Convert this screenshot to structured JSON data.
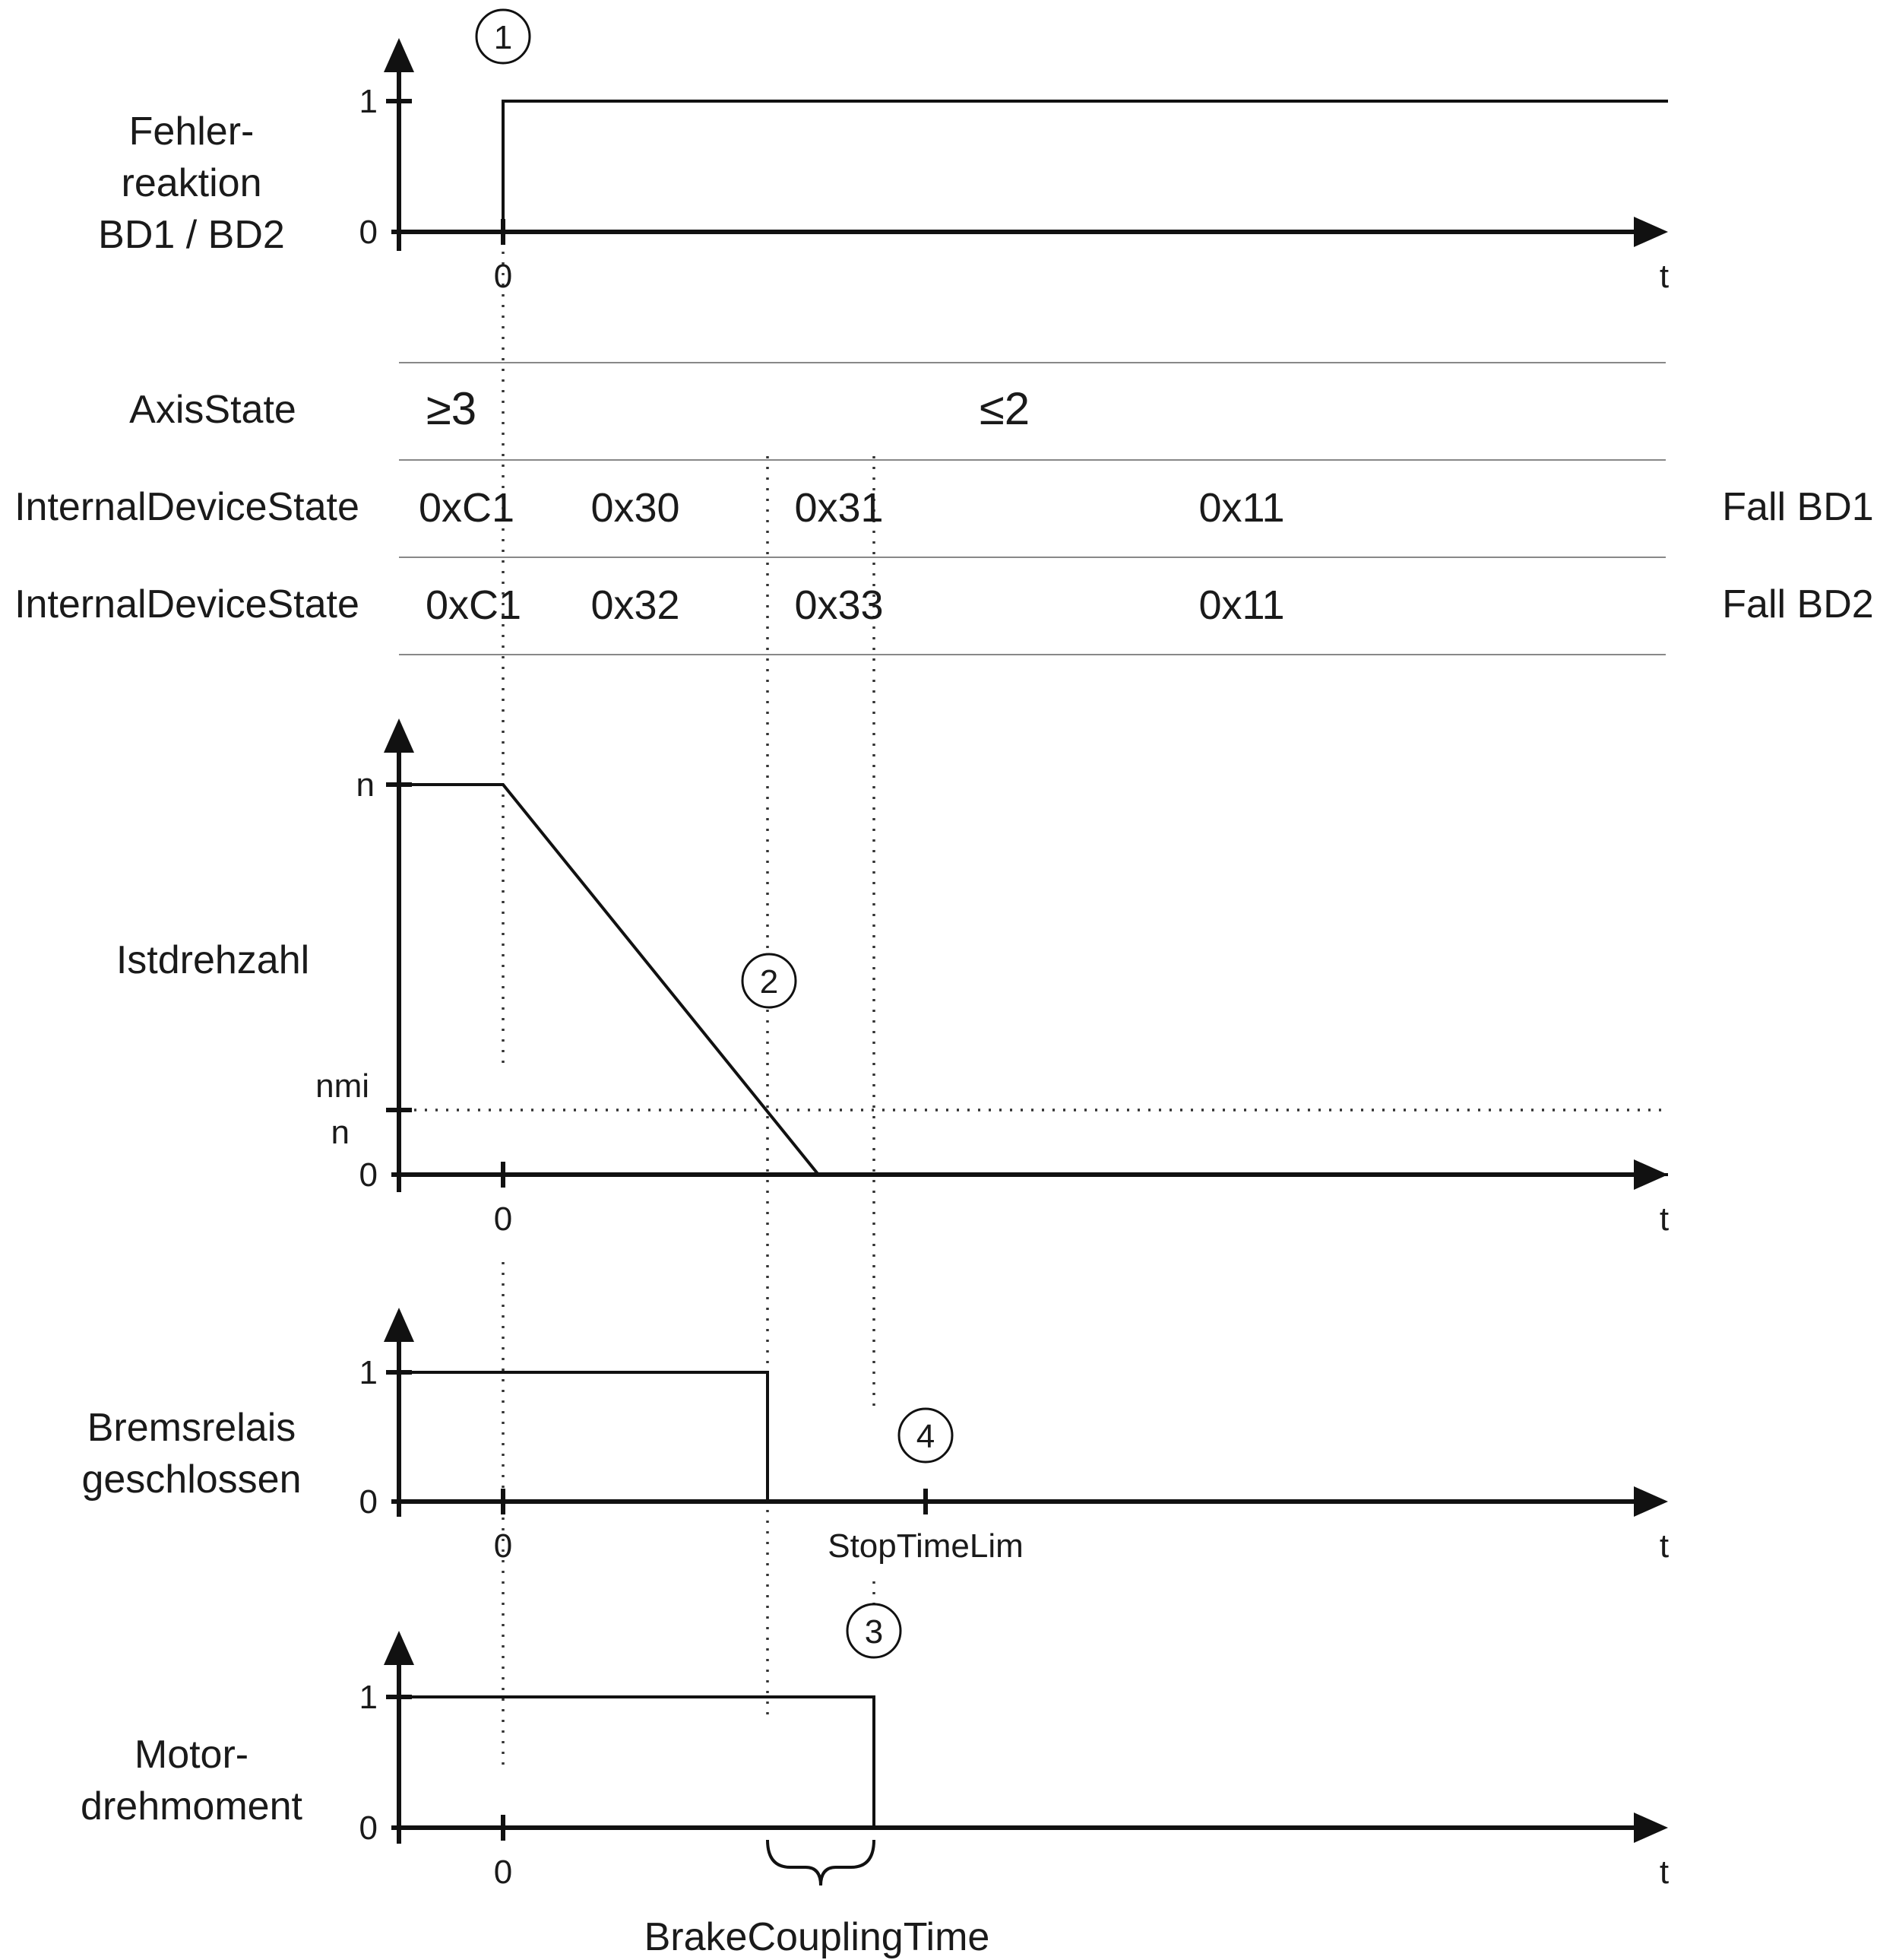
{
  "signals": {
    "fehlerreaktion": {
      "label_lines": [
        "Fehler-",
        "reaktion",
        "BD1 / BD2"
      ],
      "y_high": "1",
      "y_low": "0",
      "x_zero": "0",
      "x_axis": "t"
    },
    "axisstate": {
      "label": "AxisState",
      "before": "≥3",
      "after": "≤2"
    },
    "ids_bd1": {
      "label": "InternalDeviceState",
      "states": [
        "0xC1",
        "0x30",
        "0x31",
        "0x11"
      ],
      "case": "Fall BD1"
    },
    "ids_bd2": {
      "label": "InternalDeviceState",
      "states": [
        "0xC1",
        "0x32",
        "0x33",
        "0x11"
      ],
      "case": "Fall BD2"
    },
    "istdrehzahl": {
      "label": "Istdrehzahl",
      "y_high": "n",
      "y_nmin_line1": "nmi",
      "y_nmin_line2": "n",
      "y_low": "0",
      "x_zero": "0",
      "x_axis": "t"
    },
    "bremsrelais": {
      "label_lines": [
        "Bremsrelais",
        "geschlossen"
      ],
      "y_high": "1",
      "y_low": "0",
      "x_zero": "0",
      "x_mark": "StopTimeLim",
      "x_axis": "t"
    },
    "motordrehmoment": {
      "label_lines": [
        "Motor-",
        "drehmoment"
      ],
      "y_high": "1",
      "y_low": "0",
      "x_zero": "0",
      "x_axis": "t",
      "brace_label": "BrakeCouplingTime"
    }
  },
  "markers": [
    "1",
    "2",
    "3",
    "4"
  ]
}
